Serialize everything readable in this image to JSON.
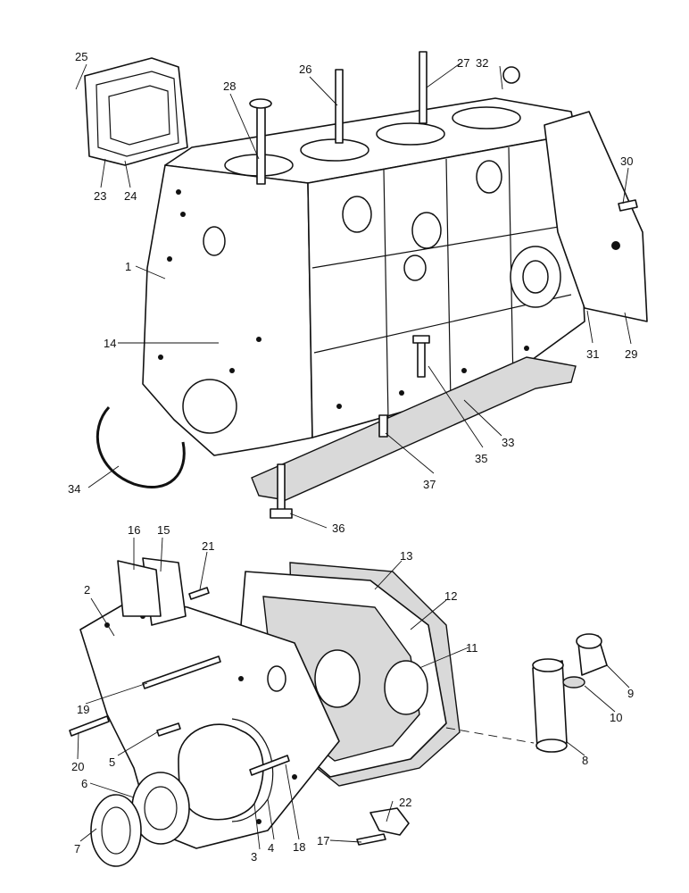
{
  "callouts": {
    "c1": "1",
    "c2": "2",
    "c3": "3",
    "c4": "4",
    "c5": "5",
    "c6": "6",
    "c7": "7",
    "c8": "8",
    "c9": "9",
    "c10": "10",
    "c11": "11",
    "c12": "12",
    "c13": "13",
    "c14": "14",
    "c15": "15",
    "c16": "16",
    "c17": "17",
    "c18": "18",
    "c19": "19",
    "c20": "20",
    "c21": "21",
    "c22": "22",
    "c23": "23",
    "c24": "24",
    "c25": "25",
    "c26": "26",
    "c27": "27",
    "c28": "28",
    "c29": "29",
    "c30": "30",
    "c31": "31",
    "c32": "32",
    "c33": "33",
    "c34": "34",
    "c35": "35",
    "c36": "36",
    "c37": "37"
  }
}
